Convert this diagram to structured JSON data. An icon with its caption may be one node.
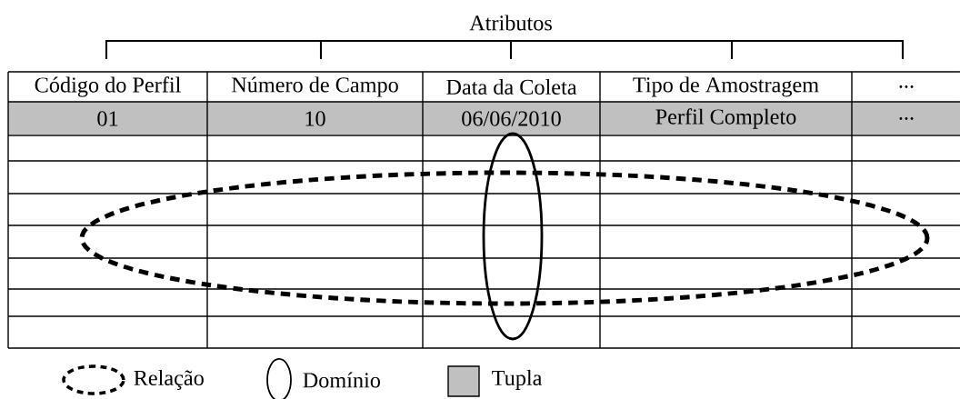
{
  "diagram": {
    "nodes": [
      {
        "text": [],
        "shape": "ellipse"
      },
      {
        "text": [],
        "shape": "ellipse"
      }
    ],
    "labels": [
      "Atributos",
      "Código do Perfil",
      "Número de Campo",
      "Data da Coleta",
      "Tipo de Amostragem",
      "...",
      "01",
      "10",
      "06/06/2010",
      "Perfil Completo",
      "..."
    ],
    "legend": [
      {
        "text": "Relação"
      },
      {
        "text": "Domínio"
      },
      {
        "text": "Tupla",
        "color": "#c0c0c0"
      }
    ]
  }
}
